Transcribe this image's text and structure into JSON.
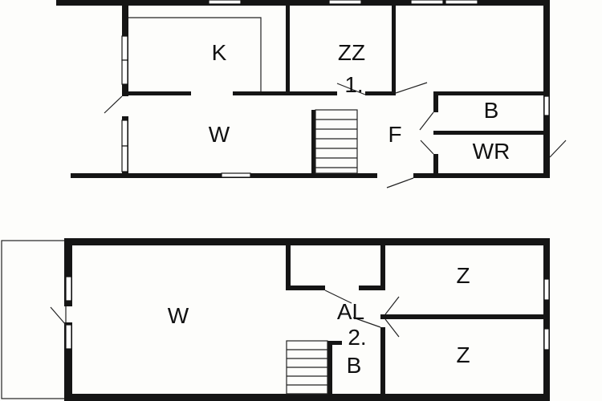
{
  "floors": [
    {
      "name": "floor-1",
      "number_label": "1.",
      "rooms": [
        {
          "id": "k",
          "label": "K"
        },
        {
          "id": "zz",
          "label": "ZZ"
        },
        {
          "id": "w",
          "label": "W"
        },
        {
          "id": "f",
          "label": "F"
        },
        {
          "id": "b",
          "label": "B"
        },
        {
          "id": "wr",
          "label": "WR"
        }
      ]
    },
    {
      "name": "floor-2",
      "number_label": "2.",
      "rooms": [
        {
          "id": "w",
          "label": "W"
        },
        {
          "id": "al",
          "label": "AL"
        },
        {
          "id": "b",
          "label": "B"
        },
        {
          "id": "z1",
          "label": "Z"
        },
        {
          "id": "z2",
          "label": "Z"
        }
      ]
    }
  ],
  "colors": {
    "wall": "#151515",
    "background": "#fdfdfb"
  }
}
